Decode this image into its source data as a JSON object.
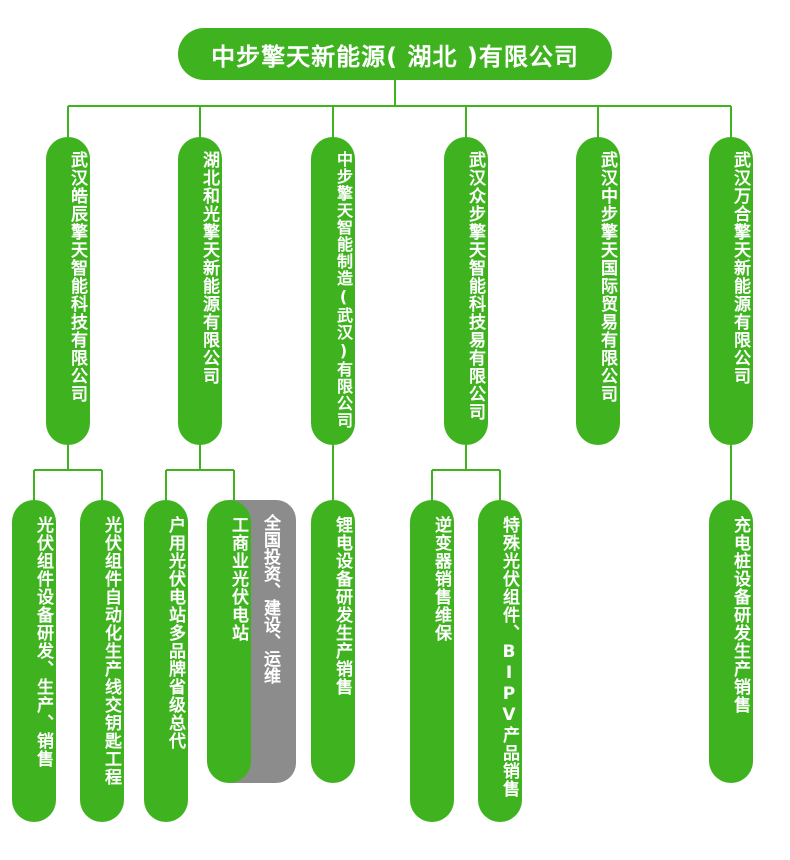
{
  "colors": {
    "primary": "#3fb31f",
    "secondary": "#8c8c8c",
    "line": "#3fb31f"
  },
  "root": {
    "name": "中步擎天新能源( 湖北 )有限公司"
  },
  "companies": [
    {
      "name": "武汉皓辰擎天智能科技有限公司"
    },
    {
      "name": "湖北和光擎天新能源有限公司"
    },
    {
      "name": "中步擎天智能制造(武汉)有限公司"
    },
    {
      "name": "武汉众步擎天智能科技易有限公司"
    },
    {
      "name": "武汉中步擎天国际贸易有限公司"
    },
    {
      "name": "武汉万合擎天新能源有限公司"
    }
  ],
  "businesses": [
    {
      "name": "光伏组件设备研发、生产、销售"
    },
    {
      "name": "光伏组件自动化生产线交钥匙工程"
    },
    {
      "name": "户用光伏电站多品牌省级总代"
    },
    {
      "name": "工商业光伏电站"
    },
    {
      "name": "锂电设备研发生产销售"
    },
    {
      "name": "逆变器销售维保"
    },
    {
      "name": "特殊光伏组件、BIPV产品销售"
    },
    {
      "name": "充电桩设备研发生产销售"
    }
  ],
  "extra_note": {
    "name": "全国投资、建设、运维"
  }
}
